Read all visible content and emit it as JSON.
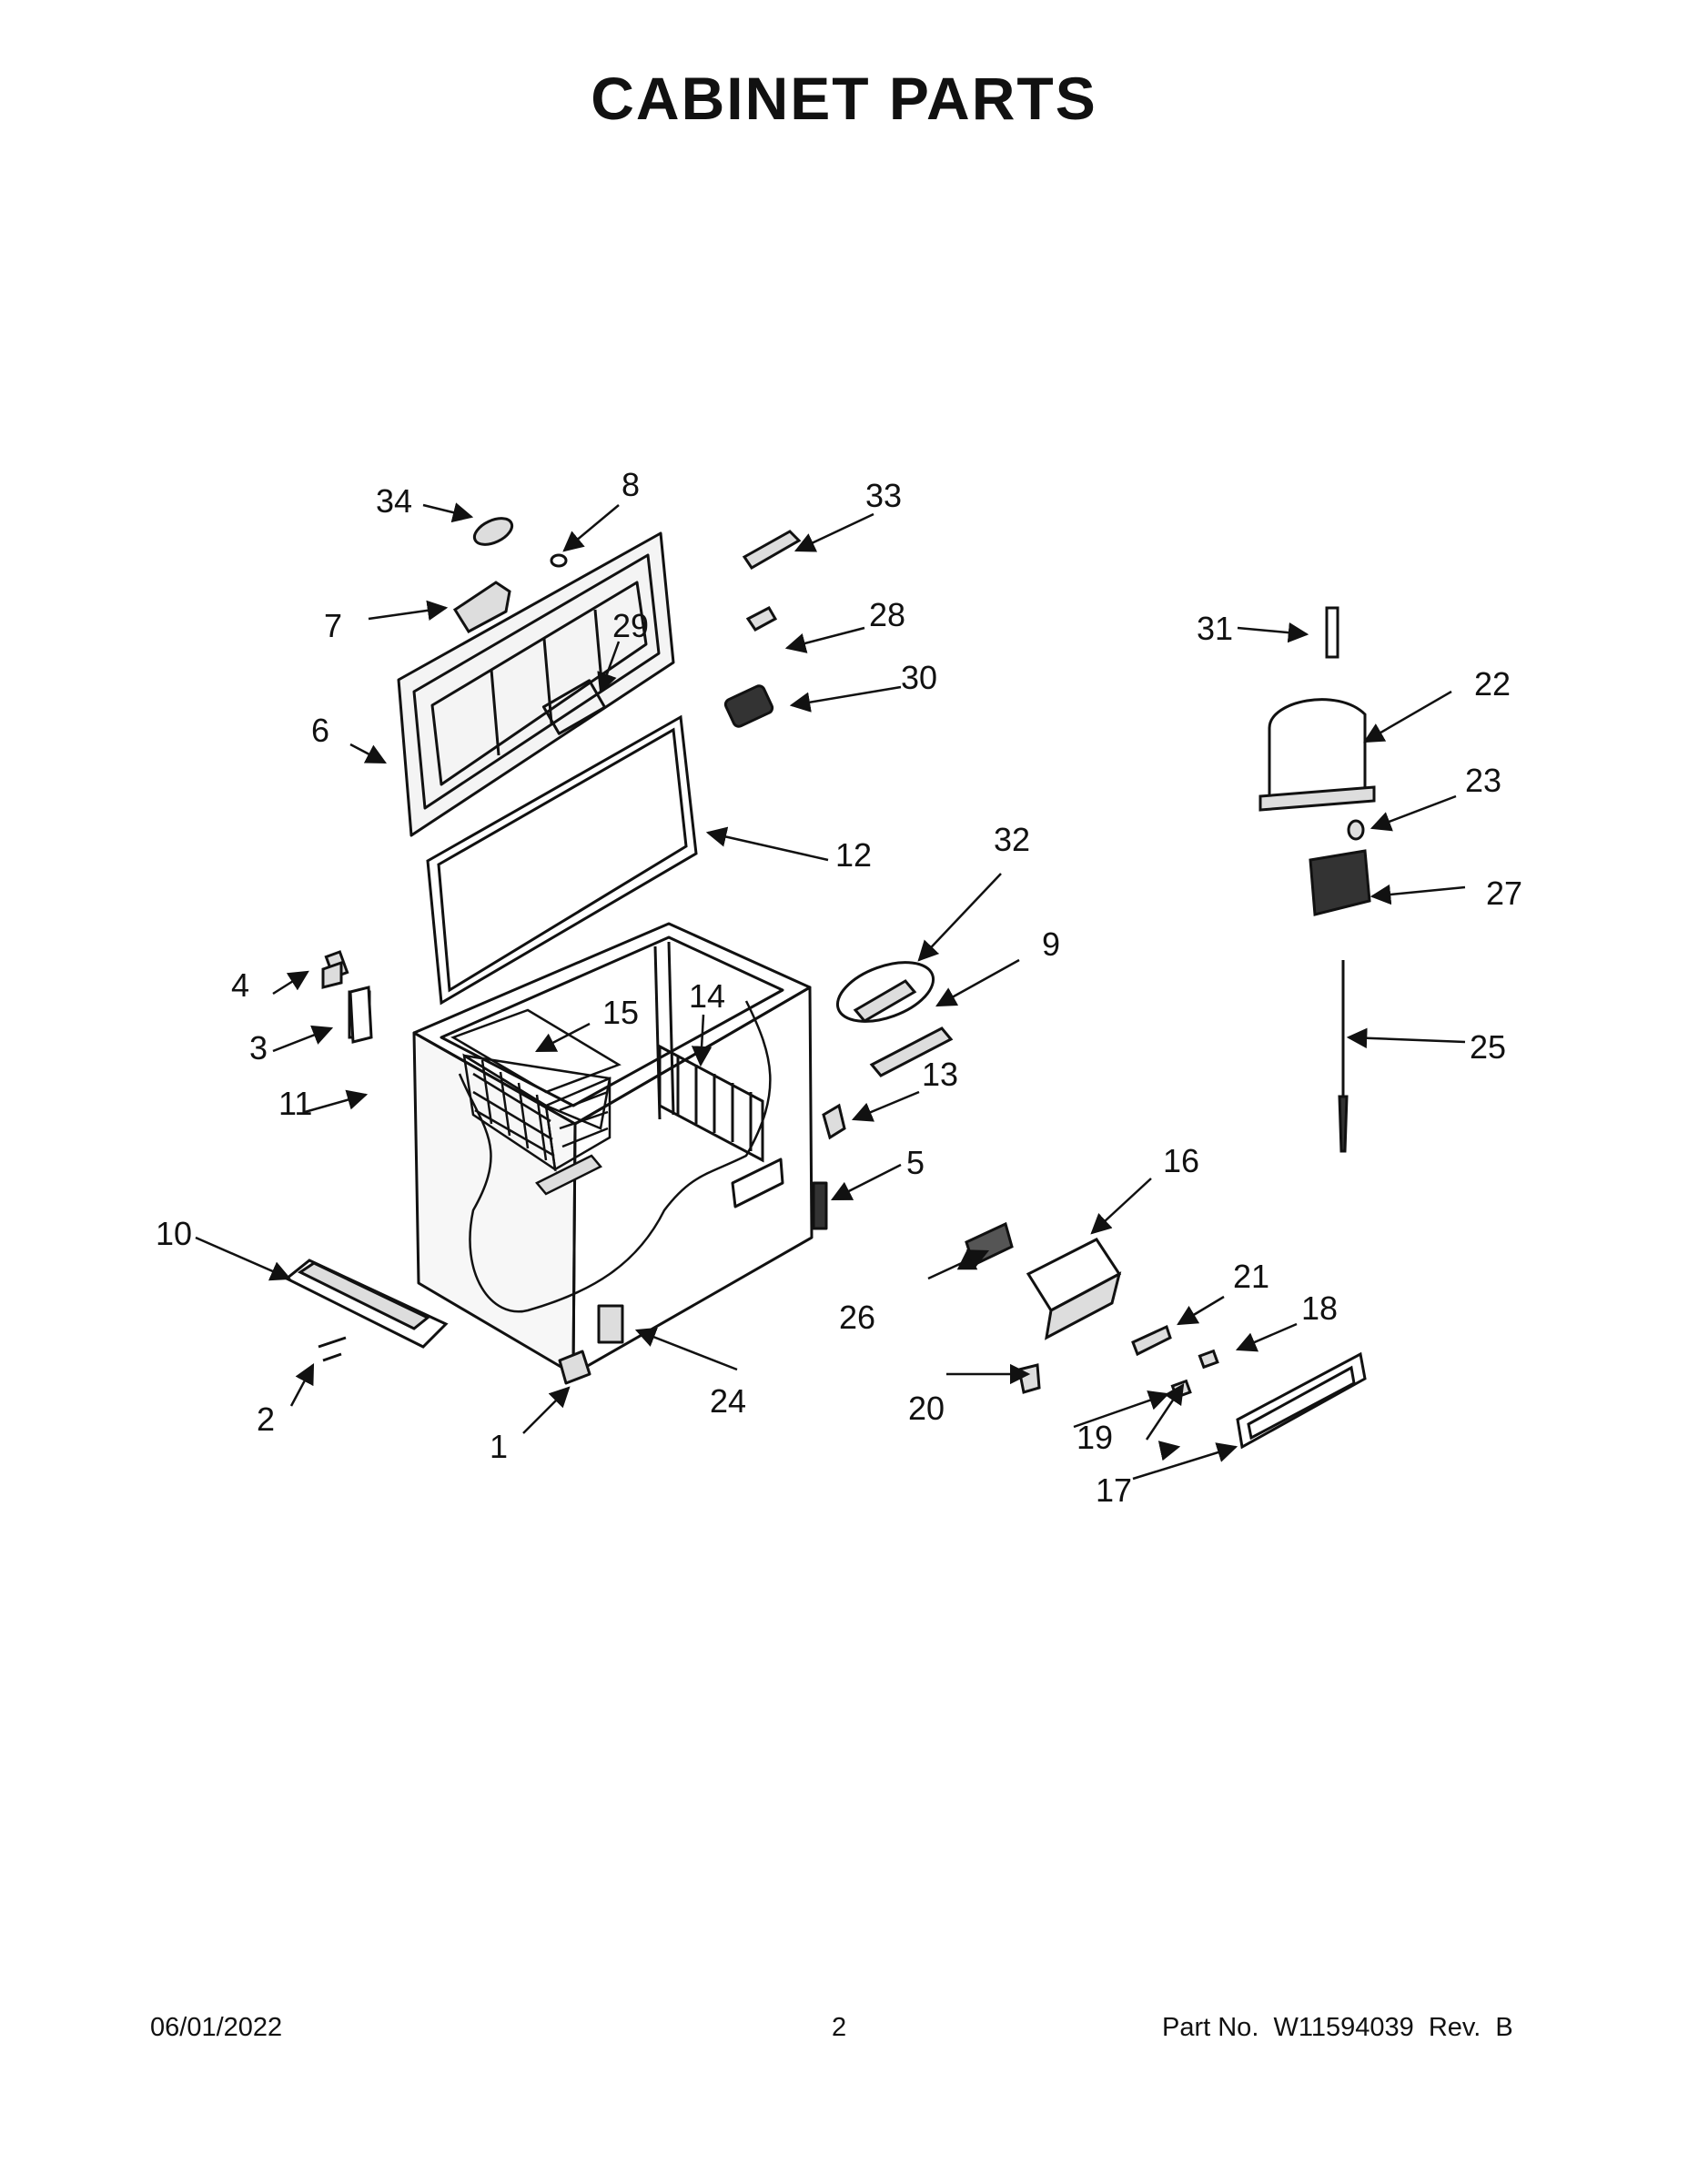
{
  "page": {
    "title": "CABINET PARTS"
  },
  "callouts": [
    "1",
    "2",
    "3",
    "4",
    "5",
    "6",
    "7",
    "8",
    "9",
    "10",
    "11",
    "12",
    "13",
    "14",
    "15",
    "16",
    "17",
    "18",
    "19",
    "20",
    "21",
    "22",
    "23",
    "24",
    "25",
    "26",
    "27",
    "28",
    "29",
    "30",
    "31",
    "32",
    "33",
    "34"
  ],
  "footer": {
    "date": "06/01/2022",
    "page_number": "2",
    "part_info": "Part No.  W11594039  Rev.  B"
  },
  "colors": {
    "ink": "#111111",
    "background": "#ffffff",
    "panel_fill": "#f4f4f4"
  }
}
